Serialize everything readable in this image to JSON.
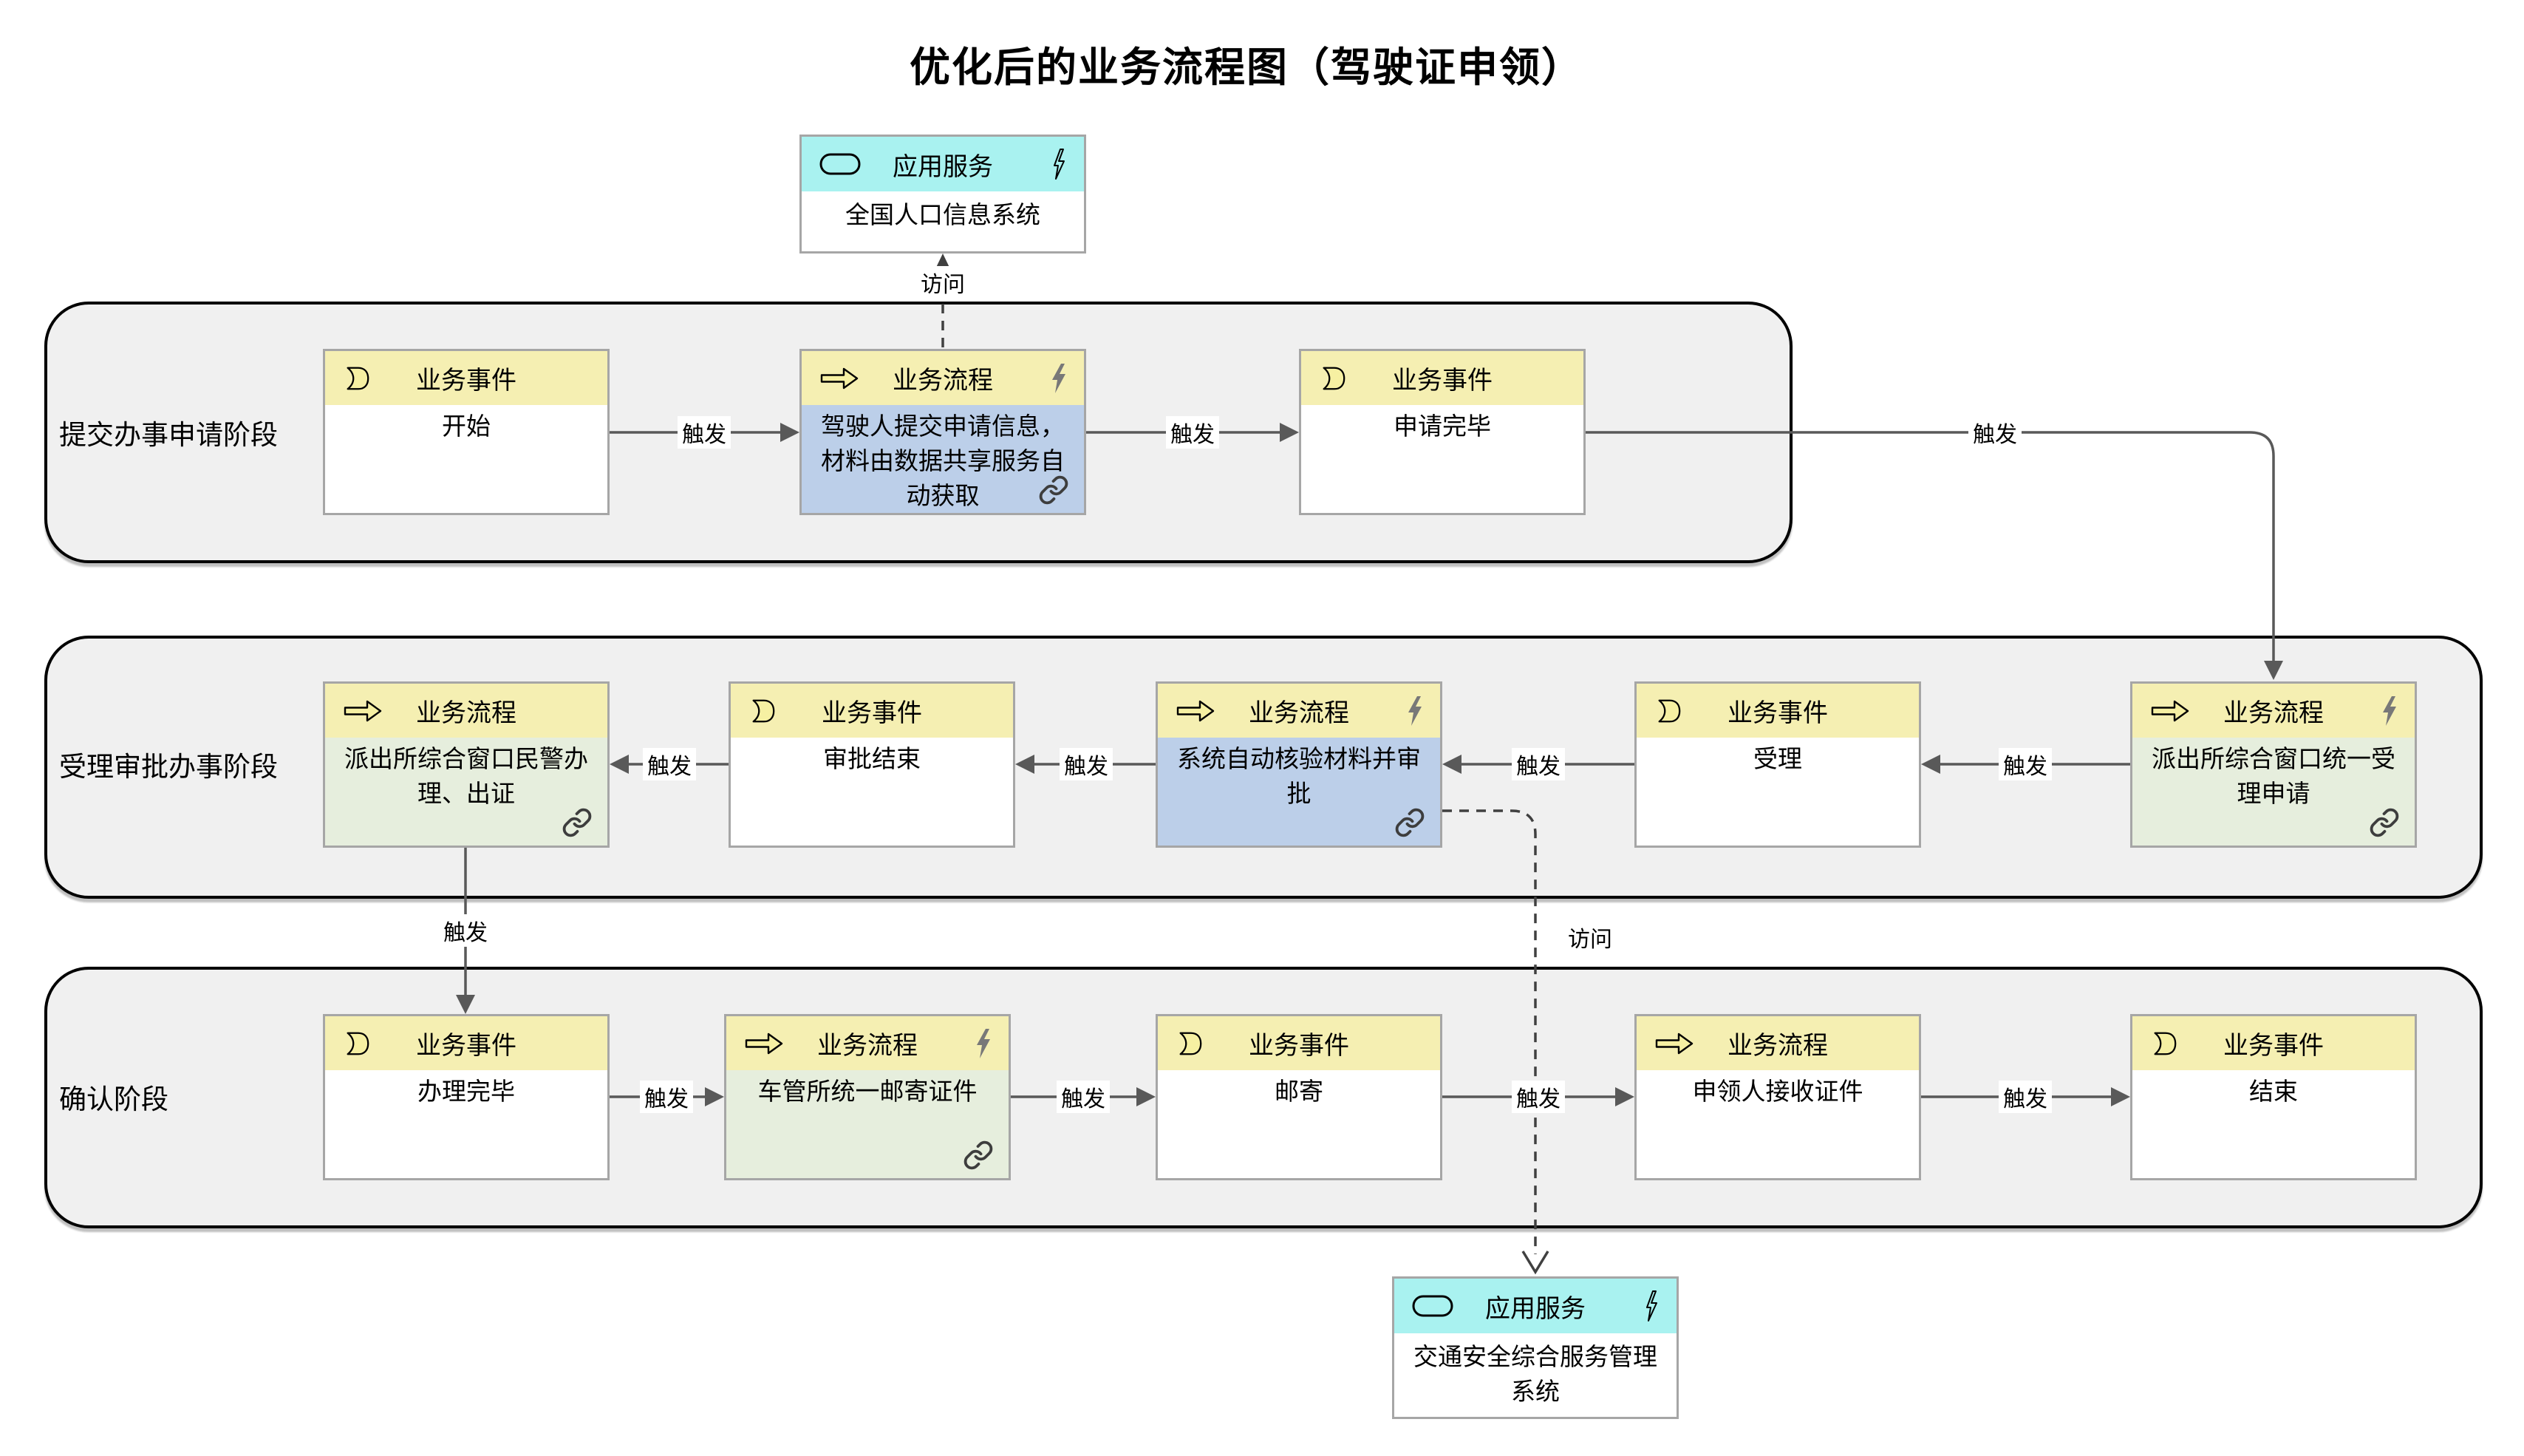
{
  "title": "优化后的业务流程图（驾驶证申领）",
  "connector_labels": {
    "trigger": "触发",
    "access": "访问"
  },
  "services": [
    {
      "type_label": "应用服务",
      "name": "全国人口信息系统"
    },
    {
      "type_label": "应用服务",
      "name": "交通安全综合服务管理系统"
    }
  ],
  "lanes": [
    {
      "label": "提交办事申请阶段",
      "nodes": [
        {
          "type": "event",
          "type_label": "业务事件",
          "name": "开始"
        },
        {
          "type": "process",
          "type_label": "业务流程",
          "name": "驾驶人提交申请信息，材料由数据共享服务自动获取"
        },
        {
          "type": "event",
          "type_label": "业务事件",
          "name": "申请完毕"
        }
      ]
    },
    {
      "label": "受理审批办事阶段",
      "nodes": [
        {
          "type": "process",
          "type_label": "业务流程",
          "name": "派出所综合窗口民警办理、出证"
        },
        {
          "type": "event",
          "type_label": "业务事件",
          "name": "审批结束"
        },
        {
          "type": "process",
          "type_label": "业务流程",
          "name": "系统自动核验材料并审批"
        },
        {
          "type": "event",
          "type_label": "业务事件",
          "name": "受理"
        },
        {
          "type": "process",
          "type_label": "业务流程",
          "name": "派出所综合窗口统一受理申请"
        }
      ]
    },
    {
      "label": "确认阶段",
      "nodes": [
        {
          "type": "event",
          "type_label": "业务事件",
          "name": "办理完毕"
        },
        {
          "type": "process",
          "type_label": "业务流程",
          "name": "车管所统一邮寄证件"
        },
        {
          "type": "event",
          "type_label": "业务事件",
          "name": "邮寄"
        },
        {
          "type": "process",
          "type_label": "业务流程",
          "name": "申领人接收证件"
        },
        {
          "type": "event",
          "type_label": "业务事件",
          "name": "结束"
        }
      ]
    }
  ],
  "icons": {
    "event": "crescent-d-icon",
    "process": "right-arrow-icon",
    "service": "stadium-icon",
    "automation": "lightning-icon",
    "shared": "chain-link-icon"
  },
  "colors": {
    "header_yellow": "#f5efb2",
    "service_header_cyan": "#a9f2f0",
    "process_body_blue": "#bccfe9",
    "process_body_green": "#e6eedd",
    "lane_background": "#f0f0f0",
    "connector_gray": "#595959"
  }
}
